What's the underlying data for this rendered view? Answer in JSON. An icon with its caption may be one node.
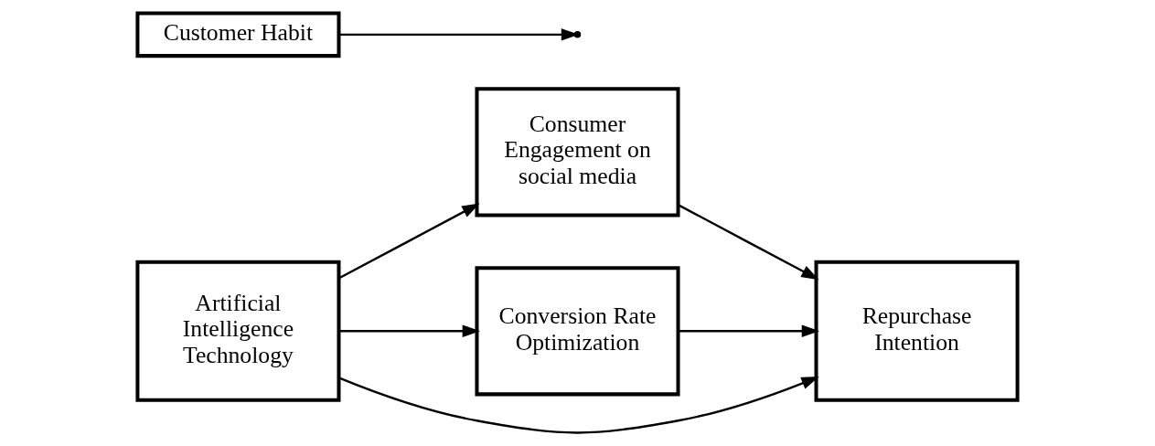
{
  "diagram": {
    "nodes": [
      {
        "text": [
          "Artificial Intelligence Technology"
        ]
      },
      {
        "text": [
          "Consumer Engagement on social media"
        ]
      },
      {
        "text": [
          "Customer Habit"
        ]
      },
      {
        "text": [
          "Conversion Rate Optimization"
        ]
      },
      {
        "text": [
          "Repurchase Intention"
        ]
      }
    ],
    "edges": [
      {
        "from": 0,
        "to": 1,
        "arrow": "to"
      },
      {
        "from": 0,
        "to": 4,
        "arrow": "to"
      },
      {
        "from": 0,
        "to": 3,
        "arrow": "to"
      },
      {
        "from": 1,
        "to": 4,
        "arrow": "to"
      },
      {
        "from": 3,
        "to": 4,
        "arrow": "to"
      },
      {
        "from": 2,
        "to": null,
        "arrow": "to"
      }
    ]
  }
}
